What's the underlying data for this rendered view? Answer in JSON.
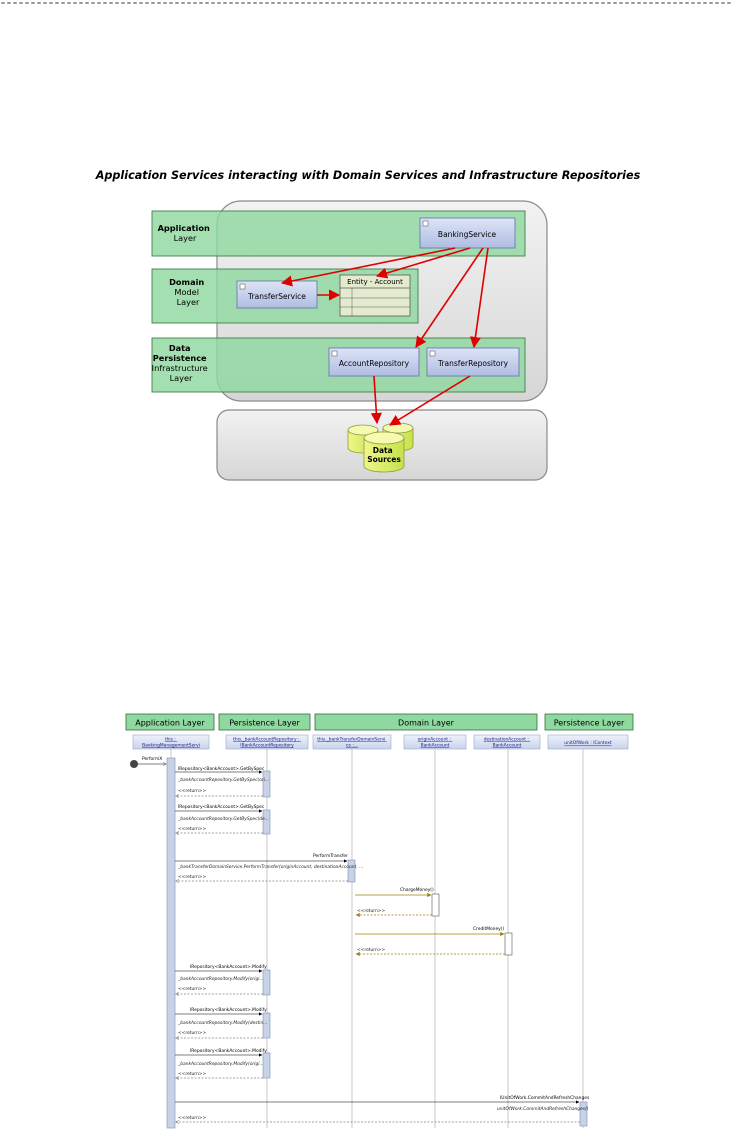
{
  "figure1": {
    "caption": "Application Services interacting with Domain Services and Infrastructure Repositories",
    "layers": {
      "application": [
        "Application",
        "Layer"
      ],
      "domain": [
        "Domain",
        "Model",
        "Layer"
      ],
      "persistence": [
        "Data",
        "Persistence",
        "Infrastructure",
        "Layer"
      ]
    },
    "components": {
      "banking_service": "BankingService",
      "transfer_service": "TransferService",
      "entity_account": "Entity - Account",
      "account_repository": "AccountRepository",
      "transfer_repository": "TransferRepository"
    },
    "data_sources": [
      "Data",
      "Sources"
    ]
  },
  "figure2": {
    "headers": {
      "application_layer": "Application Layer",
      "persistence_layer_1": "Persistence Layer",
      "domain_layer": "Domain Layer",
      "persistence_layer_2": "Persistence Layer"
    },
    "lifelines": {
      "l1": [
        "this :",
        "BankingManagementServi"
      ],
      "l2": [
        "this._bankAccountRepository :",
        "IBankAccountRepository"
      ],
      "l3": [
        "this._bankTransferDomainServi",
        "ce :..."
      ],
      "l4": [
        "originAccount :",
        "BankAccount"
      ],
      "l5": [
        "destinationAccount :",
        "BankAccount"
      ],
      "l6": [
        "unitOfWork : IContext"
      ]
    },
    "messages": {
      "perform": "PerformX",
      "get_by_spec": "IRepository<BankAccount>.GetBySpec",
      "get_by_spec_detail_1": "_bankAccountRepository.GetBySpec(ori...",
      "get_by_spec_detail_2": "_bankAccountRepository.GetBySpec(de...",
      "return": "<<return>>",
      "perform_transfer": "PerformTransfer",
      "perform_transfer_detail": "_bankTransferDomainService.PerformTransfer(originAccount, destinationAccount, ...",
      "charge_money": "ChargeMoney()",
      "credit_money": "CreditMoney()",
      "modify": "IRepository<BankAccount>.Modify",
      "modify_detail_1": "_bankAccountRepository.Modify(origi...",
      "modify_detail_2": "_bankAccountRepository.Modify(destin...",
      "modify_detail_3": "_bankAccountRepository.Modify(origi...",
      "commit": "IUnitOfWork.CommitAndRefreshChanges",
      "commit_detail": "unitOfWork.CommitAndRefreshChanges()"
    }
  }
}
